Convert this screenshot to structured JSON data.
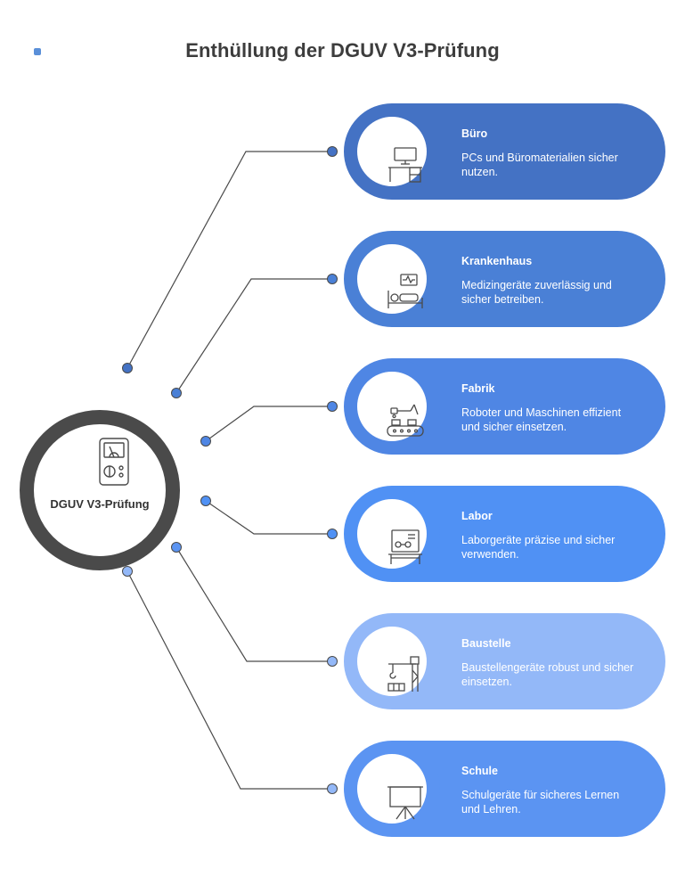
{
  "title": "Enthüllung der DGUV V3-Prüfung",
  "hub": {
    "label": "DGUV V3-Prüfung",
    "icon": "multimeter-icon"
  },
  "items": [
    {
      "name": "Büro",
      "description": "PCs und Büromaterialien sicher nutzen.",
      "icon": "office-desk-icon",
      "color": "#4472c4"
    },
    {
      "name": "Krankenhaus",
      "description": "Medizingeräte zuverlässig und sicher betreiben.",
      "icon": "hospital-bed-icon",
      "color": "#4a80d6"
    },
    {
      "name": "Fabrik",
      "description": "Roboter und Maschinen effizient und sicher einsetzen.",
      "icon": "factory-robot-icon",
      "color": "#4f86e4"
    },
    {
      "name": "Labor",
      "description": "Laborgeräte präzise und sicher verwenden.",
      "icon": "lab-bench-icon",
      "color": "#5091f4"
    },
    {
      "name": "Baustelle",
      "description": "Baustellengeräte robust und sicher einsetzen.",
      "icon": "crane-icon",
      "color": "#93b8f8"
    },
    {
      "name": "Schule",
      "description": "Schulgeräte für sicheres Lernen und Lehren.",
      "icon": "projector-screen-icon",
      "color": "#5b94f2"
    }
  ]
}
